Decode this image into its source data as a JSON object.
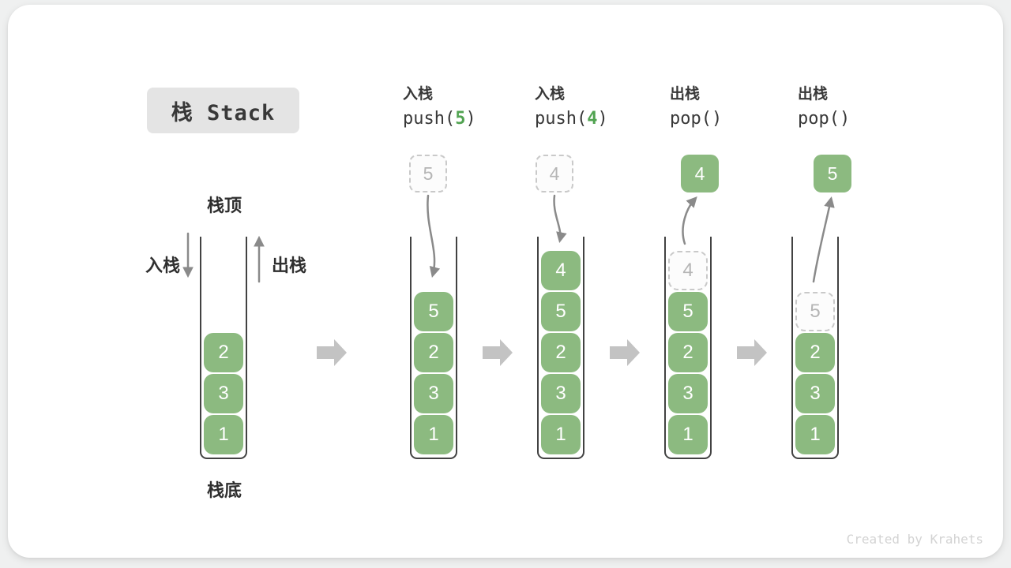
{
  "title": "栈 Stack",
  "labels": {
    "stack_top": "栈顶",
    "stack_bottom": "栈底",
    "push_side": "入栈",
    "pop_side": "出栈"
  },
  "operations": [
    {
      "label": "入栈",
      "fn": "push(",
      "arg": "5",
      "close": ")"
    },
    {
      "label": "入栈",
      "fn": "push(",
      "arg": "4",
      "close": ")"
    },
    {
      "label": "出栈",
      "fn": "pop(",
      "arg": "",
      "close": ")"
    },
    {
      "label": "出栈",
      "fn": "pop(",
      "arg": "",
      "close": ")"
    }
  ],
  "stacks": [
    {
      "floating": null,
      "cells": [
        {
          "value": "2",
          "style": "solid"
        },
        {
          "value": "3",
          "style": "solid"
        },
        {
          "value": "1",
          "style": "solid"
        }
      ]
    },
    {
      "floating": {
        "value": "5",
        "style": "ghost"
      },
      "cells": [
        {
          "value": "5",
          "style": "solid"
        },
        {
          "value": "2",
          "style": "solid"
        },
        {
          "value": "3",
          "style": "solid"
        },
        {
          "value": "1",
          "style": "solid"
        }
      ]
    },
    {
      "floating": {
        "value": "4",
        "style": "ghost"
      },
      "cells": [
        {
          "value": "4",
          "style": "solid"
        },
        {
          "value": "5",
          "style": "solid"
        },
        {
          "value": "2",
          "style": "solid"
        },
        {
          "value": "3",
          "style": "solid"
        },
        {
          "value": "1",
          "style": "solid"
        }
      ]
    },
    {
      "floating": {
        "value": "4",
        "style": "solid"
      },
      "cells": [
        {
          "value": "4",
          "style": "ghost"
        },
        {
          "value": "5",
          "style": "solid"
        },
        {
          "value": "2",
          "style": "solid"
        },
        {
          "value": "3",
          "style": "solid"
        },
        {
          "value": "1",
          "style": "solid"
        }
      ]
    },
    {
      "floating": {
        "value": "5",
        "style": "solid"
      },
      "cells": [
        {
          "value": "5",
          "style": "ghost"
        },
        {
          "value": "2",
          "style": "solid"
        },
        {
          "value": "3",
          "style": "solid"
        },
        {
          "value": "1",
          "style": "solid"
        }
      ]
    }
  ],
  "watermark": "Created by Krahets",
  "colors": {
    "green": "#8cba80",
    "green_accent": "#51a351",
    "gray_arrow": "#8a8a8a",
    "block_arrow": "#c3c3c3",
    "ghost_border": "#c9c9c9",
    "ghost_text": "#b5b5b5",
    "wall": "#424242",
    "title_bg": "#e4e4e4",
    "text_dark": "#383838",
    "watermark": "#d3d3d3"
  }
}
